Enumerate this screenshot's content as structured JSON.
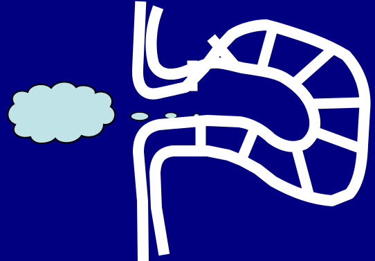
{
  "diagram": {
    "background_color": "#000080",
    "pipe_color": "#ffffff",
    "cloud_fill_color": "#bfe3e6",
    "cloud_outline_color": "#000000",
    "elements": [
      "thought-cloud",
      "thought-bubble-large",
      "thought-bubble-medium",
      "thought-bubble-small",
      "left-outer-pipe",
      "left-inner-pipe",
      "tube-loop",
      "tube-rungs"
    ]
  }
}
